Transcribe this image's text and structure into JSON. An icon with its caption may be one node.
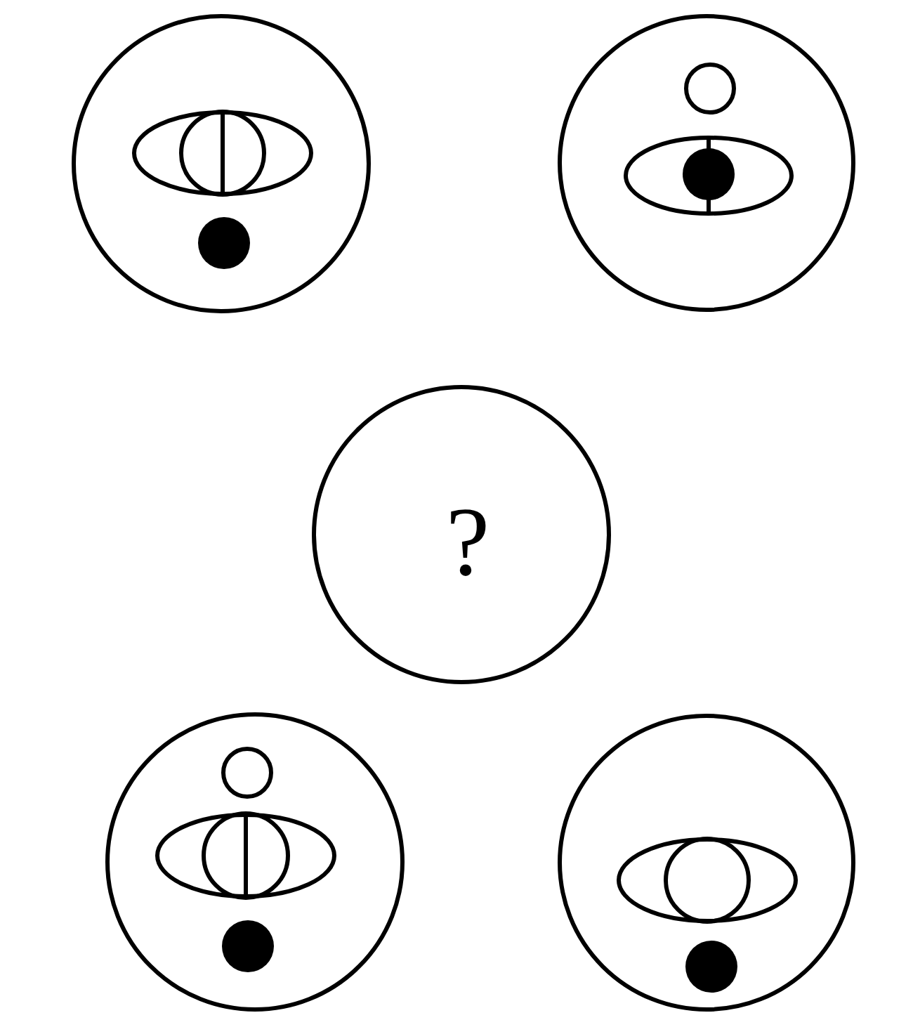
{
  "diagram": {
    "nodes": [
      {
        "text": [],
        "shape": "circle"
      },
      {
        "text": [],
        "shape": "circle"
      },
      {
        "text": [
          "?"
        ]
      },
      {
        "text": [],
        "shape": "circle"
      },
      {
        "text": [],
        "shape": "circle"
      }
    ]
  }
}
